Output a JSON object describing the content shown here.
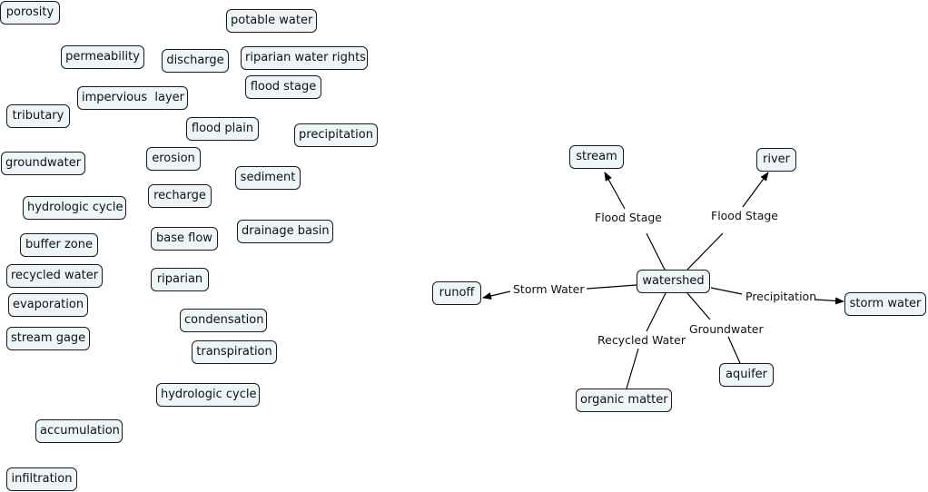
{
  "nodes": {
    "porosity": "porosity",
    "permeability": "permeability",
    "discharge": "discharge",
    "potable_water": "potable water",
    "riparian_water_rights": "riparian water rights",
    "flood_stage": "flood stage",
    "impervious_layer": "impervious  layer",
    "tributary": "tributary",
    "flood_plain": "flood plain",
    "precipitation": "precipitation",
    "groundwater": "groundwater",
    "erosion": "erosion",
    "sediment": "sediment",
    "recharge": "recharge",
    "hydrologic_cycle_1": "hydrologic cycle",
    "base_flow": "base flow",
    "drainage_basin": "drainage basin",
    "buffer_zone": "buffer zone",
    "recycled_water": "recycled water",
    "riparian": "riparian",
    "evaporation": "evaporation",
    "condensation": "condensation",
    "stream_gage": "stream gage",
    "transpiration": "transpiration",
    "hydrologic_cycle_2": "hydrologic cycle",
    "accumulation": "accumulation",
    "infiltration": "infiltration",
    "stream": "stream",
    "river": "river",
    "watershed": "watershed",
    "runoff": "runoff",
    "storm_water": "storm water",
    "aquifer": "aquifer",
    "organic_matter": "organic matter"
  },
  "links": {
    "flood_stage_to_stream": "Flood Stage",
    "flood_stage_to_river": "Flood Stage",
    "storm_water_to_runoff": "Storm Water",
    "precipitation_to_storm_water": "Precipitation",
    "groundwater_to_aquifer": "Groundwater",
    "recycled_water_to_organic_matter": "Recycled Water"
  }
}
